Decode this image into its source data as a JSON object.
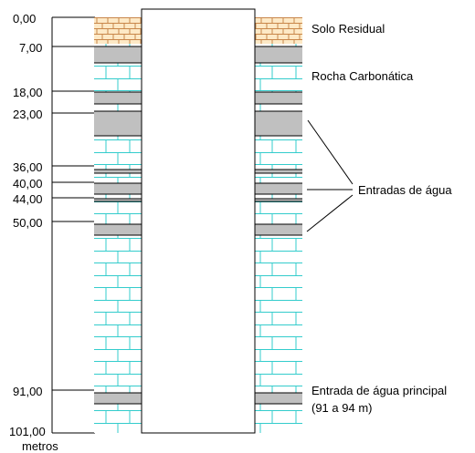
{
  "depth_markers": [
    "0,00",
    "7,00",
    "18,00",
    "23,00",
    "36,00",
    "40,00",
    "44,00",
    "50,00",
    "91,00",
    "101,00"
  ],
  "unit_label": "metros",
  "labels": {
    "solo": "Solo Residual",
    "rocha": "Rocha Carbonática",
    "entradas": "Entradas de água",
    "principal_line1": "Entrada de água principal",
    "principal_line2": "(91 a 94 m)"
  },
  "colors": {
    "brick_line": "#33cccc",
    "fracture": "#c0c0c0",
    "soil_fill": "#fde9c6",
    "soil_line": "#c8864a",
    "ink": "#000000"
  }
}
